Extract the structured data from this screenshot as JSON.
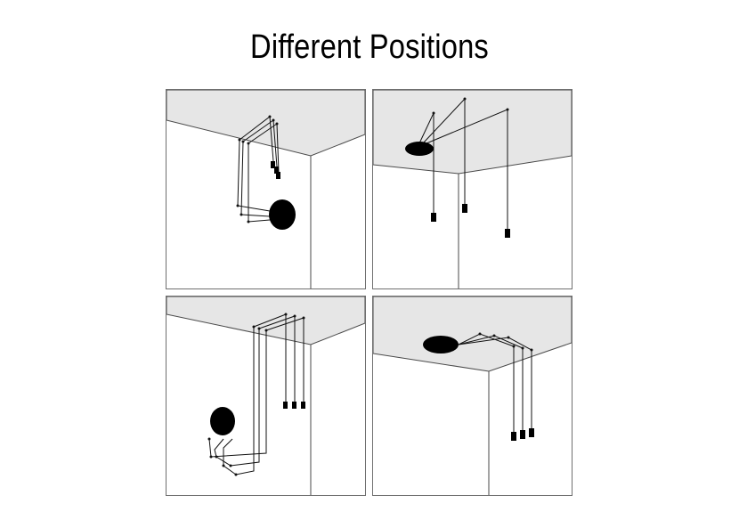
{
  "title": "Different Positions",
  "colors": {
    "ceiling": "#e6e6e6",
    "lines": "#4a4a4a",
    "fixture": "#000000",
    "background": "#ffffff"
  },
  "panels": [
    {
      "id": "p1",
      "canopy_mount": "wall",
      "pendant_count": 3
    },
    {
      "id": "p2",
      "canopy_mount": "ceiling",
      "pendant_count": 3
    },
    {
      "id": "p3",
      "canopy_mount": "wall",
      "pendant_count": 3
    },
    {
      "id": "p4",
      "canopy_mount": "ceiling",
      "pendant_count": 3
    }
  ]
}
